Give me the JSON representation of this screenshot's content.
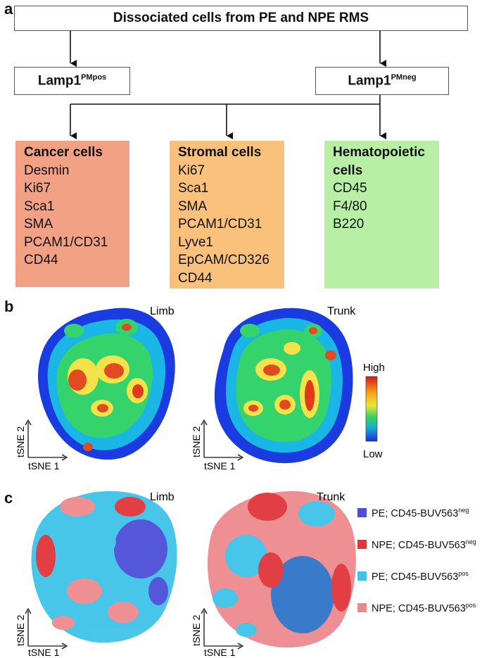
{
  "panels": {
    "a": "a",
    "b": "b",
    "c": "c"
  },
  "panel_a": {
    "top_box": "Dissociated cells from PE and NPE RMS",
    "left_box": {
      "main": "Lamp1",
      "sup": "PMpos"
    },
    "right_box": {
      "main": "Lamp1",
      "sup": "PMneg"
    },
    "categories": [
      {
        "title": "Cancer cells",
        "color": "#f2a184",
        "markers": [
          "Desmin",
          "Ki67",
          "Sca1",
          "SMA",
          "PCAM1/CD31",
          "CD44"
        ]
      },
      {
        "title": "Stromal cells",
        "color": "#f9c17b",
        "markers": [
          "Ki67",
          "Sca1",
          "SMA",
          "PCAM1/CD31",
          "Lyve1",
          "EpCAM/CD326",
          "CD44"
        ]
      },
      {
        "title": "Hematopoietic cells",
        "color": "#b7f0a4",
        "markers": [
          "CD45",
          "F4/80",
          "B220"
        ]
      }
    ]
  },
  "panel_b": {
    "left_title": "Limb",
    "right_title": "Trunk",
    "colorbar_high": "High",
    "colorbar_low": "Low",
    "axis_x": "tSNE 1",
    "axis_y": "tSNE 2"
  },
  "panel_c": {
    "left_title": "Limb",
    "right_title": "Trunk",
    "axis_x": "tSNE 1",
    "axis_y": "tSNE 2",
    "legend": [
      {
        "text": "PE; CD45-BUV563",
        "sup": "neg",
        "color": "#4b4fd8"
      },
      {
        "text": "NPE; CD45-BUV563",
        "sup": "neg",
        "color": "#e0353b"
      },
      {
        "text": "PE; CD45-BUV563",
        "sup": "pos",
        "color": "#3fc3e8"
      },
      {
        "text": "NPE; CD45-BUV563",
        "sup": "pos",
        "color": "#ee8a8f"
      }
    ]
  }
}
